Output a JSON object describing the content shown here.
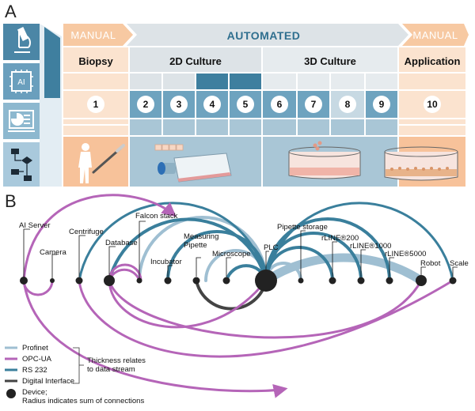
{
  "panel_a": {
    "letter": "A",
    "phases": {
      "manual_left": "MANUAL",
      "automated": "AUTOMATED",
      "manual_right": "MANUAL"
    },
    "stages": {
      "biopsy": "Biopsy",
      "culture_2d": "2D Culture",
      "culture_3d": "3D Culture",
      "application": "Application"
    },
    "steps": [
      "1",
      "2",
      "3",
      "4",
      "5",
      "6",
      "7",
      "8",
      "9",
      "10"
    ],
    "icons": {
      "microscope": "microscope-icon",
      "ai": "AI",
      "chart": "chart-screen-icon",
      "flow": "flowchart-icon"
    }
  },
  "panel_b": {
    "letter": "B",
    "devices": {
      "ai_server": "AI Server",
      "camera": "Camera",
      "centrifuge": "Centrifuge",
      "database": "Database",
      "falcon_stack": "Falcon stack",
      "incubator": "Incubator",
      "measuring_pipette": "Measuring\nPipette",
      "microscope": "Microscope",
      "plc": "PLC",
      "pipette_storage": "Pipette storage",
      "rline200": "rLINE®200",
      "rline1000": "rLINE®1000",
      "rline5000": "rLINE®5000",
      "robot": "Robot",
      "scale": "Scale"
    },
    "legend": {
      "profinet": "Profinet",
      "opcua": "OPC-UA",
      "rs232": "RS 232",
      "digital": "Digital Interface",
      "thickness_note": "Thickness relates\nto data stream",
      "device_note": "Device;\nRadius indicates sum of connections"
    },
    "colors": {
      "profinet": "#9fbfd2",
      "opcua": "#b565b8",
      "rs232": "#3a7f9c",
      "digital": "#444444"
    }
  }
}
